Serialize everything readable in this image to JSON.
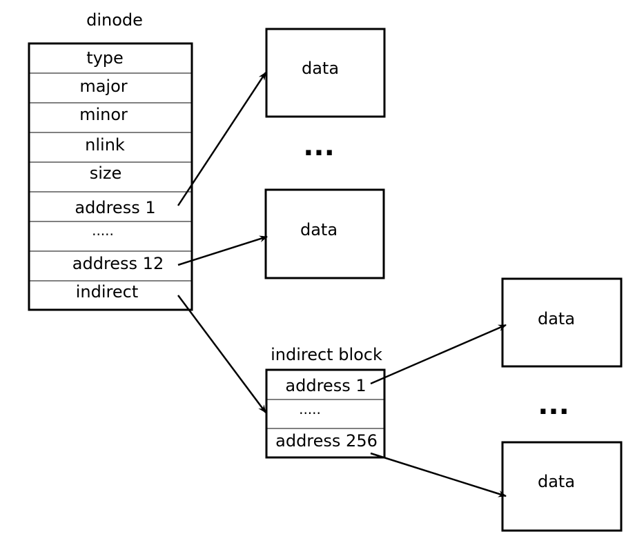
{
  "dinode": {
    "title": "dinode",
    "fields": [
      "type",
      "major",
      "minor",
      "nlink",
      "size",
      "address 1",
      ".....",
      "address 12",
      "indirect"
    ]
  },
  "indirect_block": {
    "title": "indirect block",
    "fields": [
      "address 1",
      ".....",
      "address 256"
    ]
  },
  "data_blocks": {
    "top_1": "data",
    "top_2": "data",
    "right_1": "data",
    "right_2": "data"
  },
  "ellipsis": {
    "top": "...",
    "right": "..."
  }
}
